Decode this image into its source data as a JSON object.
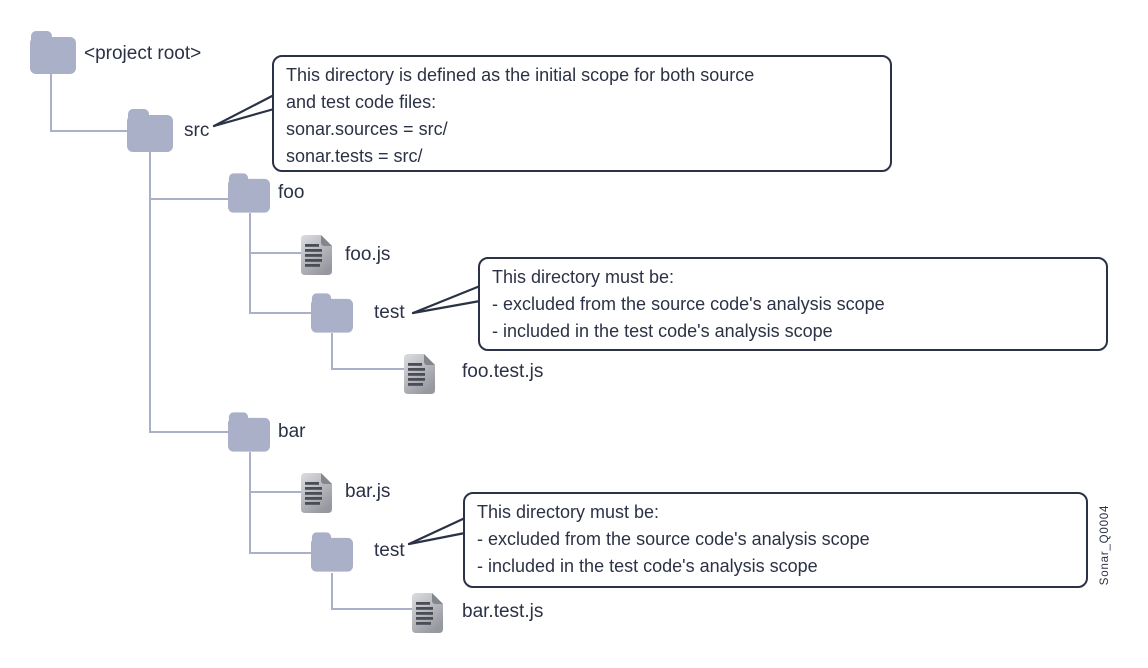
{
  "colors": {
    "folder_fill": "#a9b0c7",
    "tree_line": "#a9b0c7",
    "ink": "#2b3245",
    "file_light": "#dcdde0",
    "file_dark": "#96989f",
    "file_fold": "#84868e",
    "file_text_lines": "#4a4d56",
    "background": "#ffffff"
  },
  "tree": {
    "root": {
      "label": "<project root>",
      "type": "folder",
      "icon": "folder-icon"
    },
    "src": {
      "label": "src",
      "type": "folder",
      "icon": "folder-icon"
    },
    "foo": {
      "label": "foo",
      "type": "folder",
      "icon": "folder-icon"
    },
    "foo_js": {
      "label": "foo.js",
      "type": "file",
      "icon": "file-icon"
    },
    "foo_test": {
      "label": "test",
      "type": "folder",
      "icon": "folder-icon"
    },
    "foo_test_js": {
      "label": "foo.test.js",
      "type": "file",
      "icon": "file-icon"
    },
    "bar": {
      "label": "bar",
      "type": "folder",
      "icon": "folder-icon"
    },
    "bar_js": {
      "label": "bar.js",
      "type": "file",
      "icon": "file-icon"
    },
    "bar_test": {
      "label": "test",
      "type": "folder",
      "icon": "folder-icon"
    },
    "bar_test_js": {
      "label": "bar.test.js",
      "type": "file",
      "icon": "file-icon"
    }
  },
  "callouts": {
    "src_scope": {
      "points_to": "src",
      "lines": [
        "This directory is defined as the initial scope for both source",
        "and test code files:",
        "sonar.sources = src/",
        "sonar.tests = src/"
      ]
    },
    "foo_test_scope": {
      "points_to": "test",
      "lines": [
        "This directory must be:",
        "- excluded from the source code's analysis scope",
        "- included in the test code's analysis scope"
      ]
    },
    "bar_test_scope": {
      "points_to": "test",
      "lines": [
        "This directory must be:",
        "- excluded from the source code's analysis scope",
        "- included in the test code's analysis scope"
      ]
    }
  },
  "watermark": "Sonar_Q0004"
}
